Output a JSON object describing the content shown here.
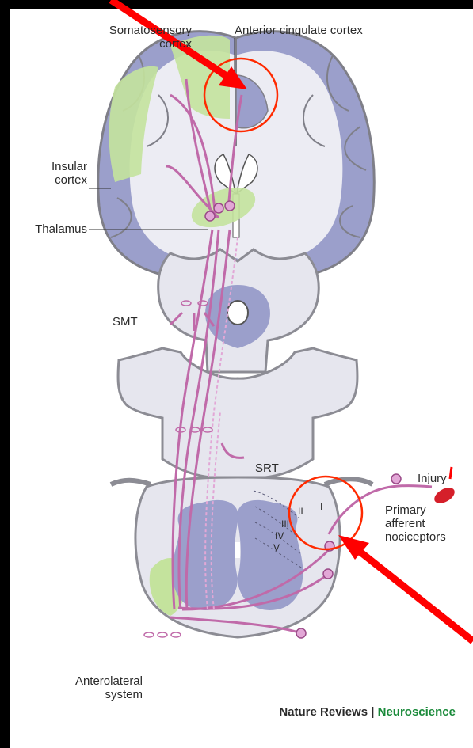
{
  "labels": {
    "somatosensory": "Somatosensory\ncortex",
    "anterior_cingulate": "Anterior cingulate cortex",
    "insular": "Insular\ncortex",
    "thalamus": "Thalamus",
    "smt": "SMT",
    "srt": "SRT",
    "injury": "Injury",
    "primary_afferent": "Primary\nafferent\nnociceptors",
    "anterolateral": "Anterolateral\nsystem",
    "laminae": [
      "I",
      "II",
      "III",
      "IV",
      "V"
    ]
  },
  "credit": {
    "journal": "Nature Reviews",
    "separator": "|",
    "subject": "Neuroscience"
  },
  "colors": {
    "background": "#000000",
    "panel": "#ffffff",
    "grey_matter": "#9b9fcb",
    "white_matter": "#e9e9f1",
    "outline": "#8c8c94",
    "cortex_highlight": "#c4e39d",
    "pathway": "#c06aa9",
    "neuron": "#e2a7d6",
    "annotation": "#ff0000",
    "injury": "#d51f2a"
  }
}
